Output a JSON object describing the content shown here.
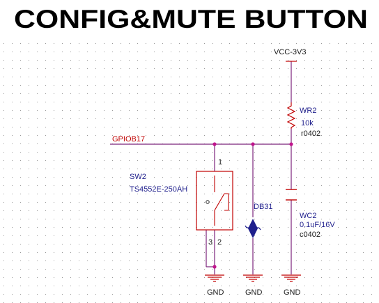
{
  "title": "CONFIG&MUTE BUTTON",
  "colors": {
    "wire": "#7b237b",
    "component": "#c00000",
    "net_label": "#c00000",
    "ref_text": "#1f1f8c",
    "value_text": "#1f1f8c",
    "footprint_text": "#1a1a1a",
    "junction": "#c0148c",
    "grid_dot": "#9a9a9a"
  },
  "nets": {
    "signal": "GPIOB17",
    "power": "VCC-3V3",
    "ground": "GND"
  },
  "switch": {
    "ref": "SW2",
    "part": "TS4552E-250AH",
    "pin_top": "1",
    "pin_bottom_left": "3",
    "pin_bottom_right": "2",
    "icon": "pushbutton-switch-icon"
  },
  "diode": {
    "ref": "DB31",
    "icon": "tvs-diode-icon"
  },
  "resistor": {
    "ref": "WR2",
    "value": "10k",
    "footprint": "r0402",
    "icon": "resistor-icon"
  },
  "capacitor": {
    "ref": "WC2",
    "value": "0.1uF/16V",
    "footprint": "c0402",
    "icon": "capacitor-icon"
  },
  "grounds": {
    "switch_gnd": "GND",
    "diode_gnd": "GND",
    "cap_gnd": "GND"
  }
}
